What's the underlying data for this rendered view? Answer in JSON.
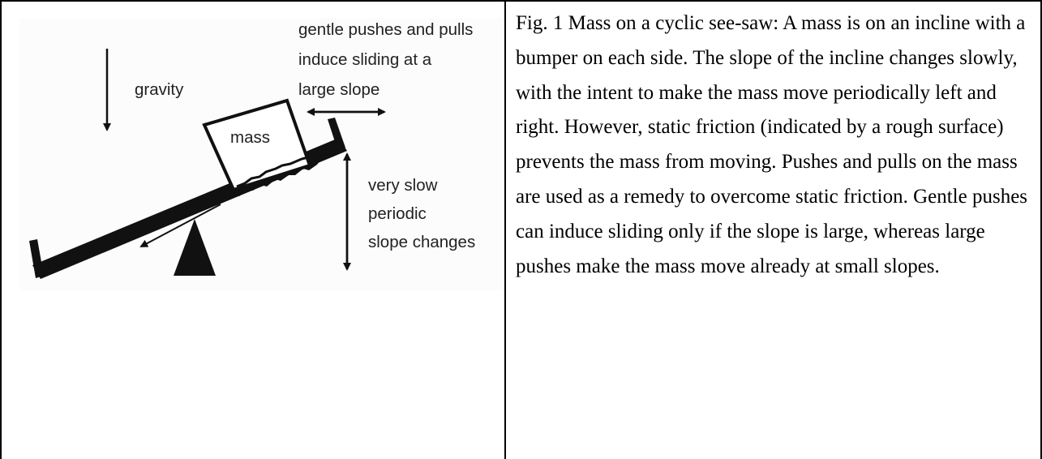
{
  "figure": {
    "labels": {
      "gravity": "gravity",
      "mass": "mass",
      "push_pull_line1": "gentle pushes and pulls",
      "push_pull_line2": "induce sliding at a",
      "push_pull_line3": "large slope",
      "slope_line1": "very slow",
      "slope_line2": "periodic",
      "slope_line3": "slope changes"
    }
  },
  "caption": {
    "text": "Fig. 1 Mass on a cyclic see-saw: A mass is on an incline with a bumper on each side. The slope of the incline changes slowly, with the intent to make the mass move periodically left and right. However, static friction (indicated by a rough surface) prevents the mass from moving. Pushes and pulls on the mass are used as a remedy to overcome static friction.  Gentle pushes can induce sliding only if the slope is large, whereas large pushes make the mass move already at small slopes."
  }
}
